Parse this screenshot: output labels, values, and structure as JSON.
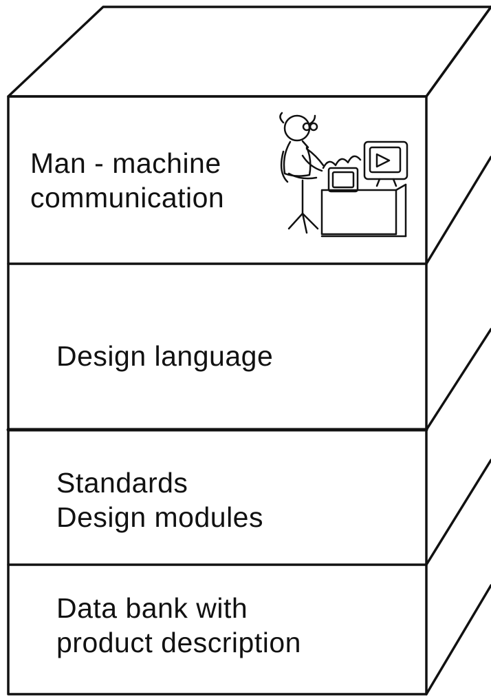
{
  "layers": [
    {
      "lines": [
        "Man - machine",
        "communication"
      ]
    },
    {
      "lines": [
        "Design language"
      ]
    },
    {
      "lines": [
        "Standards",
        "Design modules"
      ]
    },
    {
      "lines": [
        "Data bank with",
        "product description"
      ]
    }
  ]
}
